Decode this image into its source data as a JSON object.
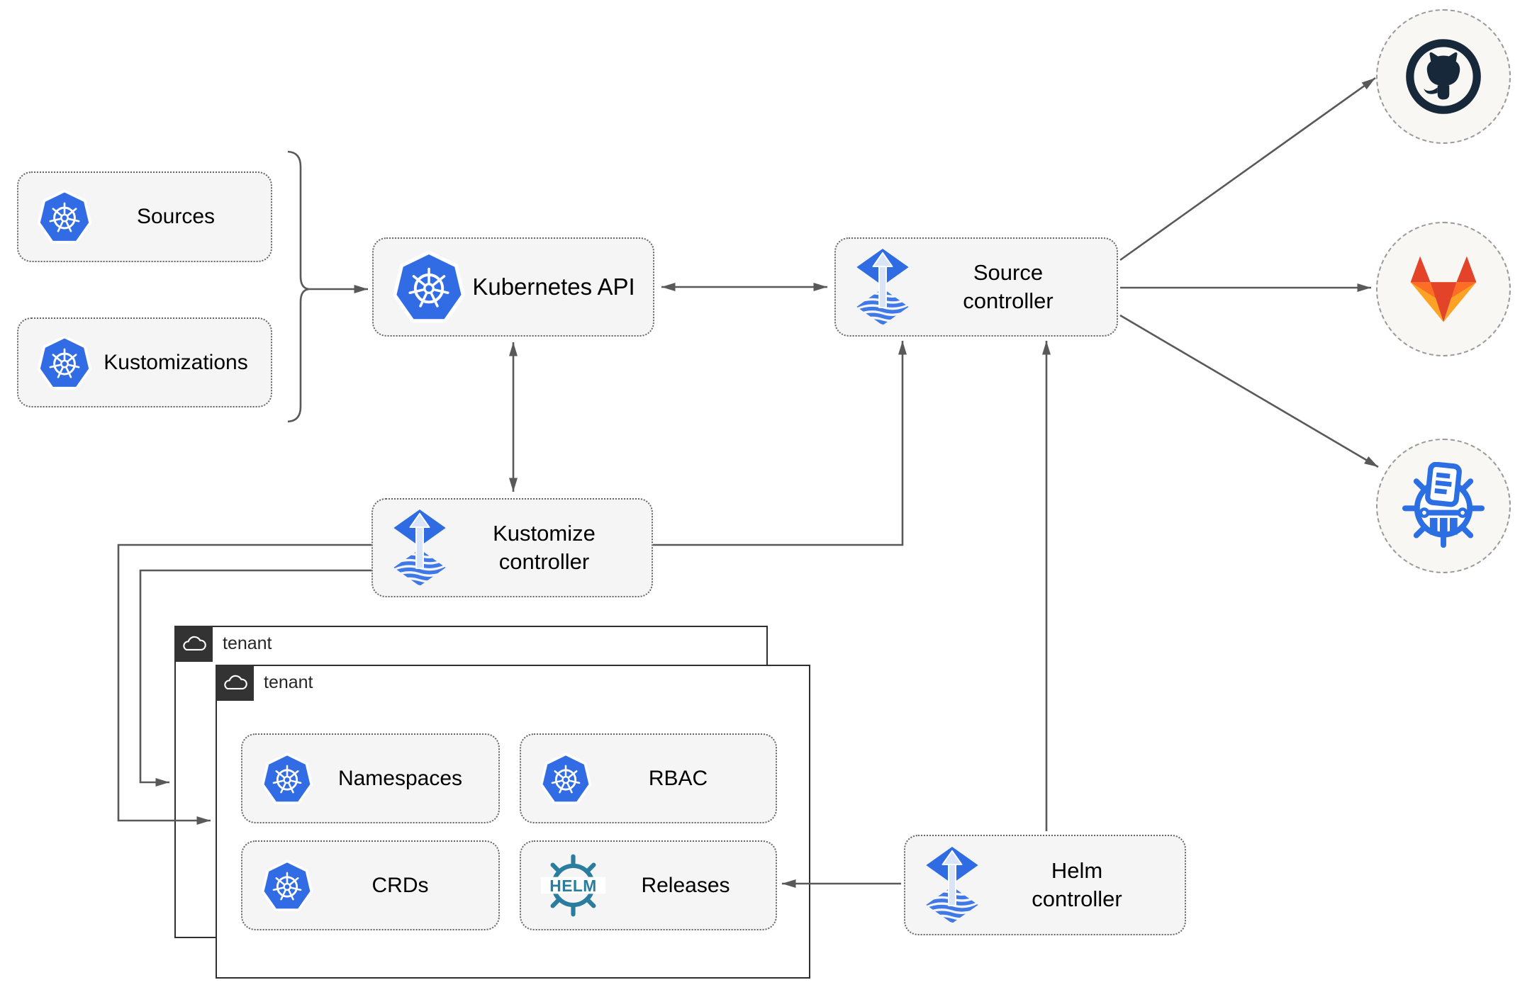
{
  "colors": {
    "kubernetes_blue": "#326ce5",
    "flux_blue": "#2f6ce4",
    "flux_arrow_light": "#d9e4f8",
    "helm_teal": "#2a7d9e",
    "github_dark": "#16283a",
    "gitlab_dark_orange": "#e24329",
    "gitlab_mid_orange": "#fc6d26",
    "gitlab_light_orange": "#fca326",
    "chartmuseum_blue": "#2b6fe3",
    "connector_gray": "#595959",
    "node_fill": "#f5f5f5",
    "node_border": "#666666",
    "tenant_border": "#2f2f2f",
    "tenant_tab_fill": "#333333",
    "endpoint_fill": "#f8f7f4"
  },
  "nodes": {
    "sources": {
      "label": "Sources"
    },
    "kustomizations": {
      "label": "Kustomizations"
    },
    "kubernetes_api": {
      "label": "Kubernetes API"
    },
    "source_controller": {
      "line1": "Source",
      "line2": "controller"
    },
    "kustomize_controller": {
      "line1": "Kustomize",
      "line2": "controller"
    },
    "helm_controller": {
      "line1": "Helm",
      "line2": "controller"
    },
    "namespaces": {
      "label": "Namespaces"
    },
    "rbac": {
      "label": "RBAC"
    },
    "crds": {
      "label": "CRDs"
    },
    "releases": {
      "label": "Releases",
      "icon_text": "HELM"
    }
  },
  "tenants": [
    {
      "label": "tenant"
    },
    {
      "label": "tenant"
    }
  ],
  "icons": {
    "kubernetes": "kubernetes-wheel-heptagon",
    "flux": "flux-diamond-arrow",
    "helm": "helm-ship-wheel",
    "cloud": "cloud-outline",
    "github": "github-octocat",
    "gitlab": "gitlab-tanuki",
    "chartmuseum": "chartmuseum-wheel-column"
  }
}
